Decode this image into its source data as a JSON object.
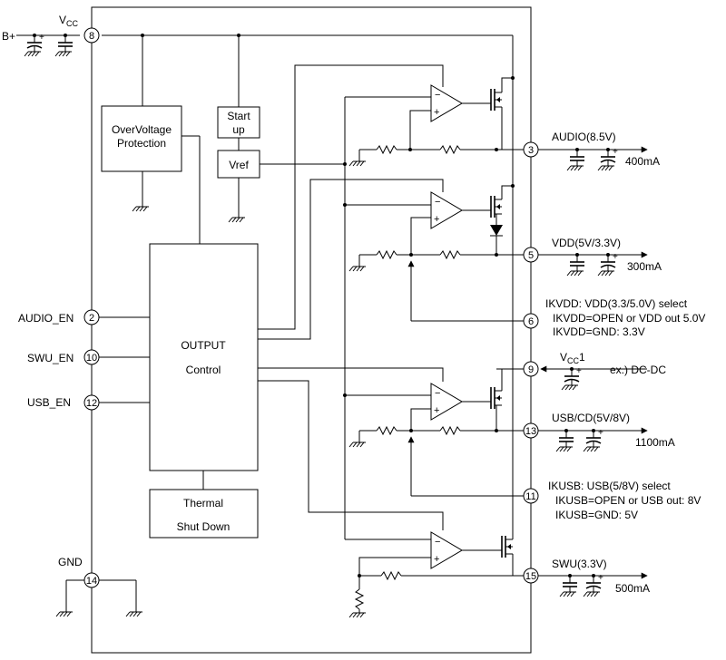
{
  "pins": {
    "vcc": {
      "num": "8",
      "label": "V",
      "sub": "CC"
    },
    "audio_en": {
      "num": "2",
      "label": "AUDIO_EN"
    },
    "swu_en": {
      "num": "10",
      "label": "SWU_EN"
    },
    "usb_en": {
      "num": "12",
      "label": "USB_EN"
    },
    "gnd": {
      "num": "14",
      "label": "GND"
    },
    "audio": {
      "num": "3",
      "label": "AUDIO(8.5V)",
      "current": "400mA"
    },
    "vdd": {
      "num": "5",
      "label_main": "V",
      "label_sub": "DD",
      "label_rest": "(5V/3.3V)",
      "current": "300mA"
    },
    "ikvdd": {
      "num": "6"
    },
    "vcc1": {
      "num": "9",
      "label": "V",
      "sub": "CC",
      "suffix": "1",
      "note": "ex.) DC-DC"
    },
    "usb": {
      "num": "13",
      "label": "USB/CD(5V/8V)",
      "current": "1100mA"
    },
    "ikusb": {
      "num": "11"
    },
    "swu": {
      "num": "15",
      "label": "SWU(3.3V)",
      "current": "500mA"
    }
  },
  "supply": {
    "bplus": "B+"
  },
  "blocks": {
    "ovp_line1": "OverVoltage",
    "ovp_line2": "Protection",
    "startup_line1": "Start",
    "startup_line2": "up",
    "vref": "Vref",
    "output_line1": "OUTPUT",
    "output_line2": "Control",
    "thermal_line1": "Thermal",
    "thermal_line2": "Shut Down"
  },
  "notes": {
    "ikvdd_line1": "IKVDD: VDD(3.3/5.0V) select",
    "ikvdd_line2": "IKVDD=OPEN or VDD out 5.0V",
    "ikvdd_line3": "IKVDD=GND: 3.3V",
    "ikusb_line1": "IKUSB: USB(5/8V) select",
    "ikusb_line2": "IKUSB=OPEN or USB out: 8V",
    "ikusb_line3": "IKUSB=GND: 5V"
  }
}
